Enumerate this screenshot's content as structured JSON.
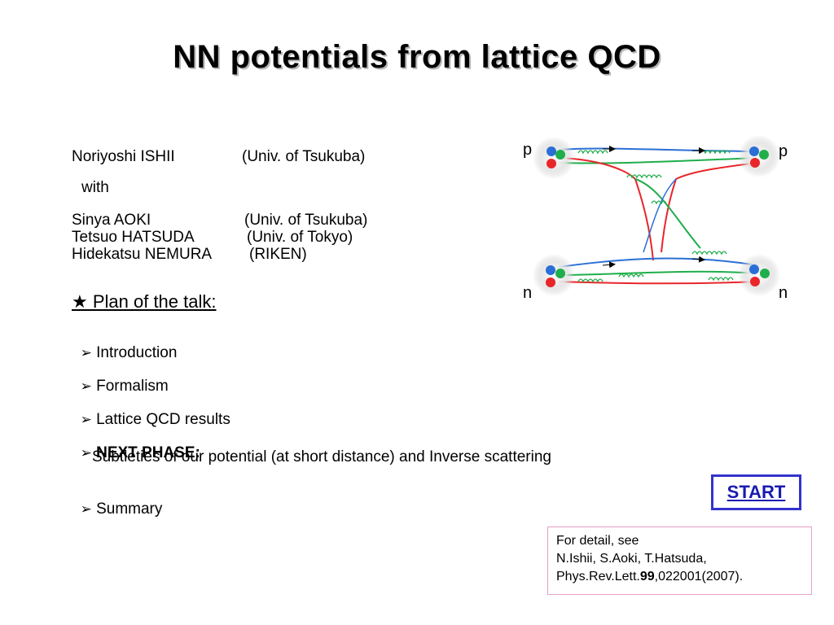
{
  "title": "NN potentials from lattice QCD",
  "authors": {
    "presenter": {
      "name": "Noriyoshi ISHII",
      "affil": "(Univ. of Tsukuba)"
    },
    "with": "with",
    "coauthors": [
      {
        "name": "Sinya AOKI",
        "affil": "(Univ. of Tsukuba)"
      },
      {
        "name": "Tetsuo HATSUDA",
        "affil": "(Univ. of Tokyo)"
      },
      {
        "name": "Hidekatsu NEMURA",
        "affil": "(RIKEN)"
      }
    ]
  },
  "plan": {
    "heading": "★ Plan of the talk:",
    "items": [
      "Introduction",
      "Formalism",
      "Lattice QCD results",
      "NEXT PHASE:",
      "Summary"
    ],
    "next_phase_detail": "Subtleties of our potential (at short distance) and Inverse scattering"
  },
  "start_button": "START",
  "reference": {
    "line1": "For detail, see",
    "line2": "N.Ishii, S.Aoki, T.Hatsuda,",
    "line3_prefix": "Phys.Rev.Lett.",
    "line3_volume": "99",
    "line3_suffix": ",022001(2007)."
  },
  "diagram": {
    "labels": {
      "top_left": "p",
      "top_right": "p",
      "bottom_left": "n",
      "bottom_right": "n"
    },
    "colors": {
      "red": "#e8262a",
      "green": "#1fae4b",
      "blue": "#2a6fd6"
    }
  }
}
